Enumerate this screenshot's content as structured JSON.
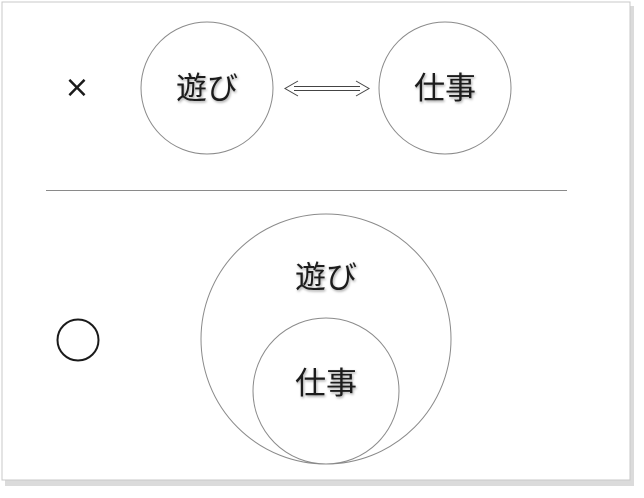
{
  "wrong_example": {
    "mark": "×",
    "circle_left_label": "遊び",
    "circle_right_label": "仕事",
    "relation_icon": "double-arrow-icon"
  },
  "correct_example": {
    "mark_icon": "circle-icon",
    "outer_label": "遊び",
    "inner_label": "仕事"
  },
  "colors": {
    "stroke": "#8a8a8a",
    "text": "#1a1a1a",
    "frame_shadow": "#9a9a9a"
  }
}
